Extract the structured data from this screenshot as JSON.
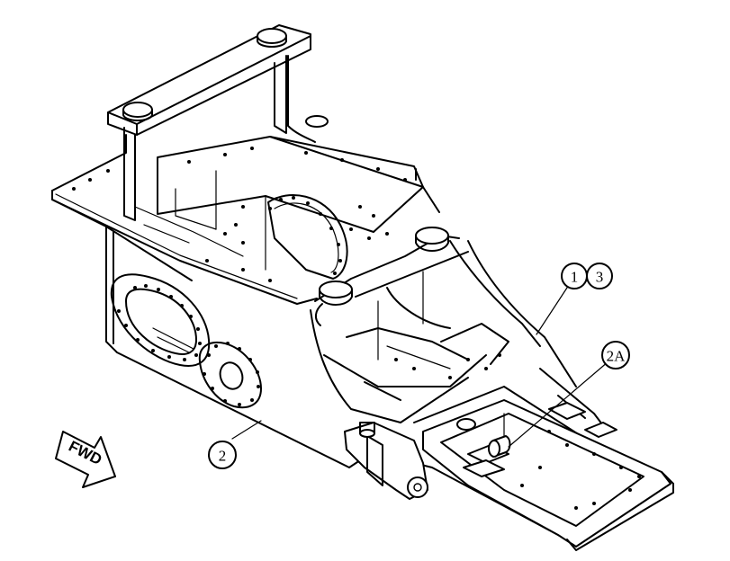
{
  "diagram": {
    "direction_label": "FWD",
    "callouts": [
      {
        "id": "c1",
        "label": "1"
      },
      {
        "id": "c3",
        "label": "3"
      },
      {
        "id": "c2A",
        "label": "2A"
      },
      {
        "id": "c2",
        "label": "2"
      }
    ]
  }
}
